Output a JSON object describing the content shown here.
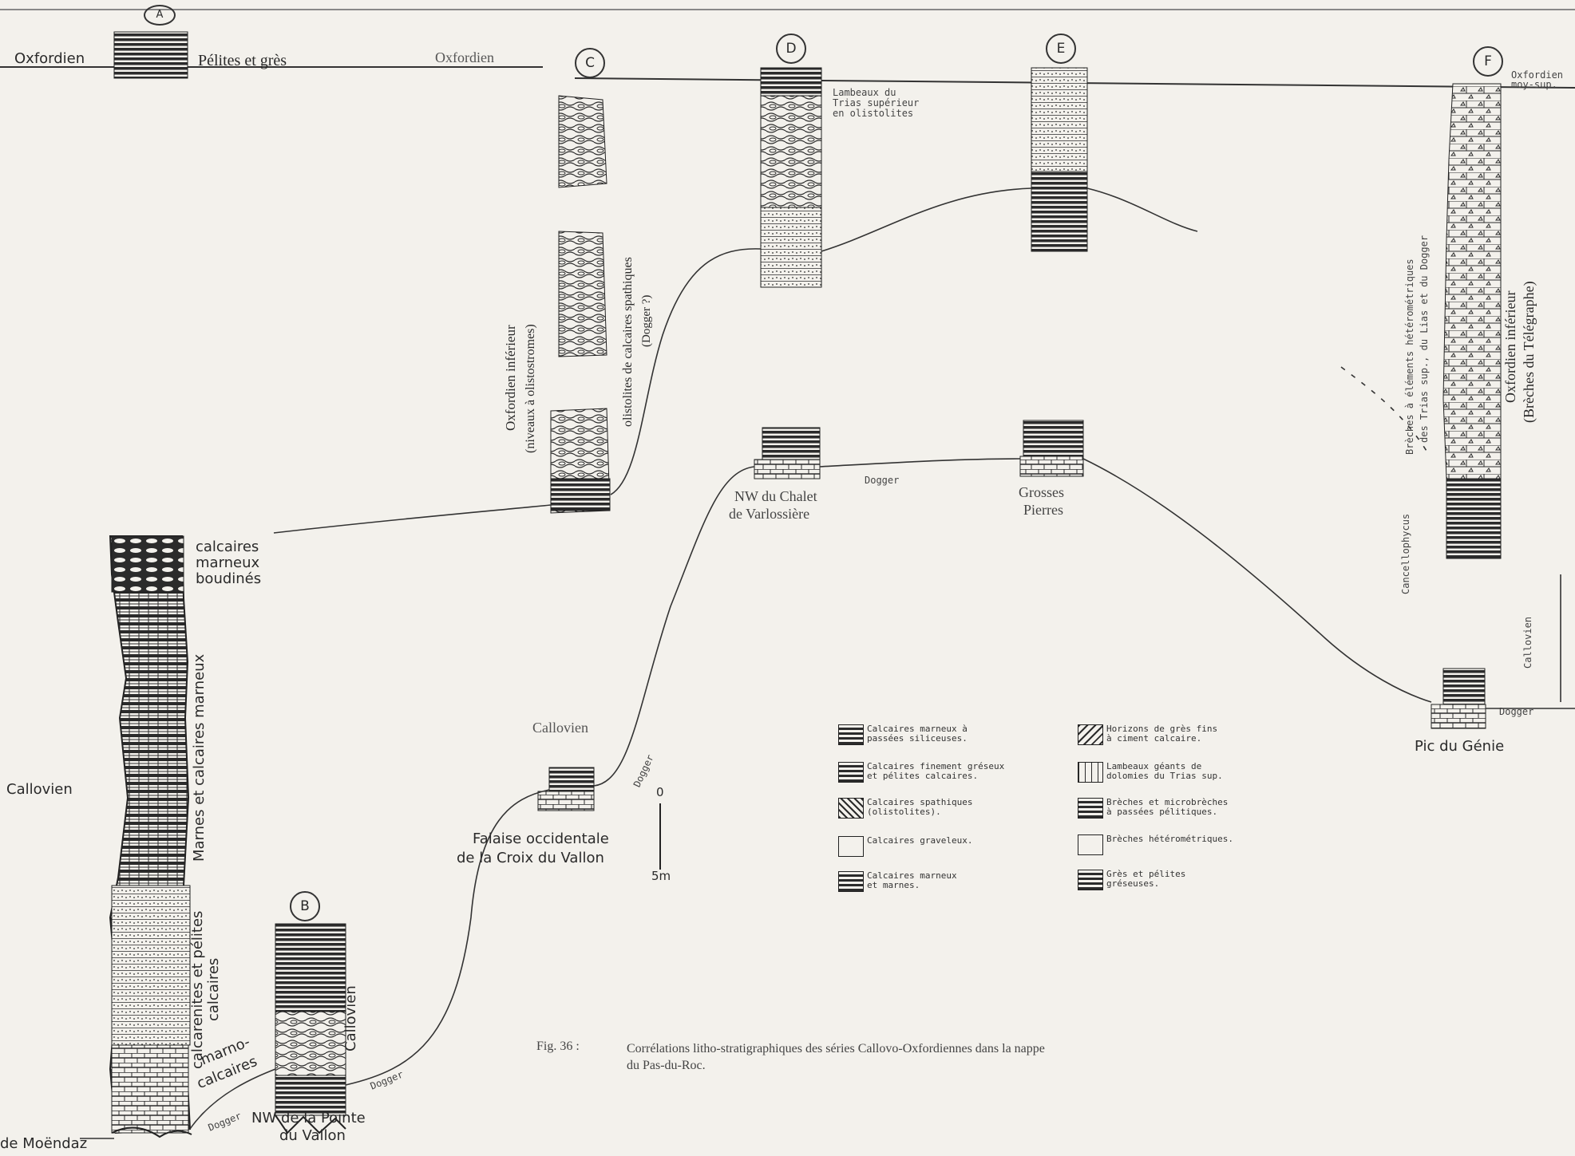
{
  "sections": {
    "A": {
      "letter": "A",
      "top_left": "Oxfordien",
      "top_mid": "Pélites et grès",
      "top_right": "Oxfordien",
      "label_left": "Callovien",
      "bottom_left": "de Moëndaz",
      "unit_1": "calcaires",
      "unit_2": "marneux",
      "unit_3": "boudinés",
      "unit_vert_1": "Marnes et calcaires marneux",
      "unit_vert_2": "calcarenites et pélites",
      "unit_vert_3": "calcaires",
      "unit_vert_4": "marno-",
      "unit_vert_5": "calcaires",
      "dogger": "Dogger"
    },
    "B": {
      "letter": "B",
      "name_1": "NW de la Pointe",
      "name_2": "du Vallon",
      "callovien": "Callovien",
      "dogger": "Dogger"
    },
    "C": {
      "letter": "C",
      "vert_1": "Oxfordien inférieur",
      "vert_2": "(niveaux à olistostromes)",
      "vert_3": "olistolites de calcaires spathiques",
      "vert_4": "(Dogger ?)"
    },
    "CV": {
      "callovien": "Callovien",
      "name_1": "Falaise occidentale",
      "name_2": "de la Croix du Vallon",
      "dogger": "Dogger"
    },
    "D": {
      "letter": "D",
      "note_1": "Lambeaux du",
      "note_2": "Trias supérieur",
      "note_3": "en olistolites",
      "name_1": "NW du Chalet",
      "name_2": "de Varlossière",
      "dogger": "Dogger"
    },
    "E": {
      "letter": "E",
      "name_1": "Grosses",
      "name_2": "Pierres"
    },
    "F": {
      "letter": "F",
      "top_1": "Oxfordien",
      "top_2": "moy-sup.",
      "vert_1": "Oxfordien inférieur",
      "vert_2": "(Brèches du Télégraphe)",
      "vert_3": "Brèches à éléments hétérométriques",
      "vert_4": "des Trias sup., du Lias et du Dogger",
      "vert_5": "Cancellophycus",
      "callovien": "Callovien",
      "dogger": "Dogger",
      "name": "Pic du Génie"
    }
  },
  "scale": {
    "top": "0",
    "bottom": "5m"
  },
  "legend": [
    {
      "text_1": "Calcaires marneux à",
      "text_2": "passées siliceuses."
    },
    {
      "text_1": "Calcaires finement gréseux",
      "text_2": "et pélites calcaires."
    },
    {
      "text_1": "Calcaires spathiques",
      "text_2": "(olistolites)."
    },
    {
      "text_1": "Calcaires graveleux.",
      "text_2": ""
    },
    {
      "text_1": "Calcaires marneux",
      "text_2": "et marnes."
    },
    {
      "text_1": "Horizons de grès fins",
      "text_2": "à ciment calcaire."
    },
    {
      "text_1": "Lambeaux géants de",
      "text_2": "dolomies du Trias sup."
    },
    {
      "text_1": "Brèches et microbrèches",
      "text_2": "à passées pélitiques."
    },
    {
      "text_1": "Brèches hétérométriques.",
      "text_2": ""
    },
    {
      "text_1": "Grès et pélites",
      "text_2": "gréseuses."
    }
  ],
  "caption": {
    "label": "Fig. 36 :",
    "line_1": "Corrélations litho-stratigraphiques des séries Callovo-Oxfordiennes dans la nappe",
    "line_2": "du Pas-du-Roc."
  }
}
